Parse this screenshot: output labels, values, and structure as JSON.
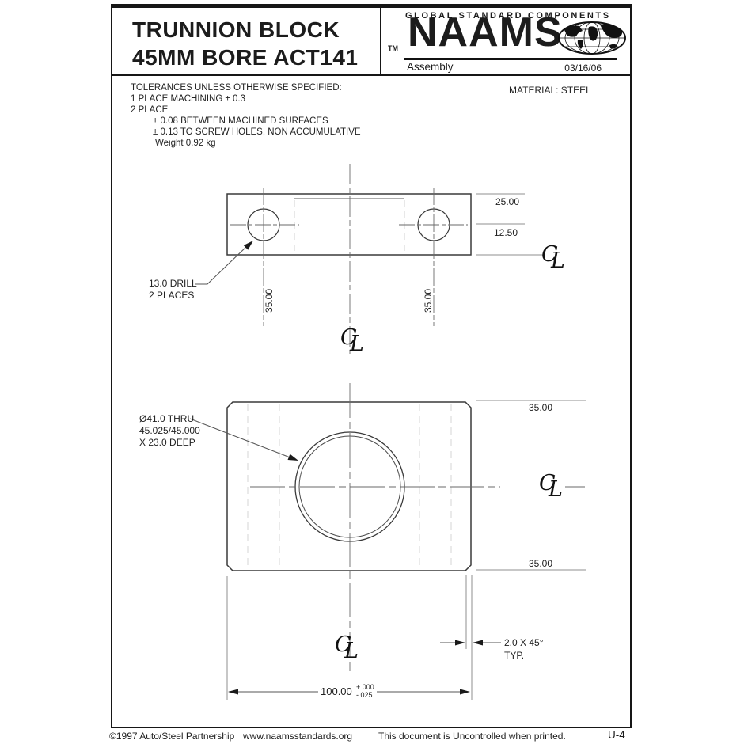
{
  "header": {
    "title_line1": "TRUNNION BLOCK",
    "title_line2": "45MM BORE ACT141",
    "brand": {
      "tagline": "GLOBAL STANDARD COMPONENTS",
      "tm": "TM",
      "name": "NAAMS",
      "subtitle": "Assembly",
      "date": "03/16/06"
    }
  },
  "notes": {
    "material": "MATERIAL: STEEL",
    "tolerances": [
      "TOLERANCES UNLESS OTHERWISE SPECIFIED:",
      "1 PLACE MACHINING ± 0.3",
      "2 PLACE",
      "± 0.08 BETWEEN MACHINED SURFACES",
      "± 0.13 TO SCREW HOLES, NON ACCUMULATIVE",
      "Weight 0.92 kg"
    ]
  },
  "top_view": {
    "dim_top": "25.00",
    "dim_mid": "12.50",
    "dim_35_left": "35.00",
    "dim_35_right": "35.00",
    "drill_note_line1": "13.0 DRILL",
    "drill_note_line2": "2 PLACES"
  },
  "front_view": {
    "dim_35_top": "35.00",
    "dim_35_bottom": "35.00",
    "bore_note_line1": "Ø41.0 THRU",
    "bore_note_line2": "45.025/45.000",
    "bore_note_line3": "X 23.0 DEEP",
    "chamfer_line1": "2.0 X 45°",
    "chamfer_line2": "TYP.",
    "dim_width": "100.00",
    "dim_width_tol_plus": "+.000",
    "dim_width_tol_minus": "-.025"
  },
  "symbols": {
    "centerline_c": "C",
    "centerline_l": "L"
  },
  "footer": {
    "copyright": "©1997  Auto/Steel  Partnership",
    "url": "www.naamsstandards.org",
    "notice": "This  document  is  Uncontrolled  when  printed.",
    "page": "U-4"
  }
}
